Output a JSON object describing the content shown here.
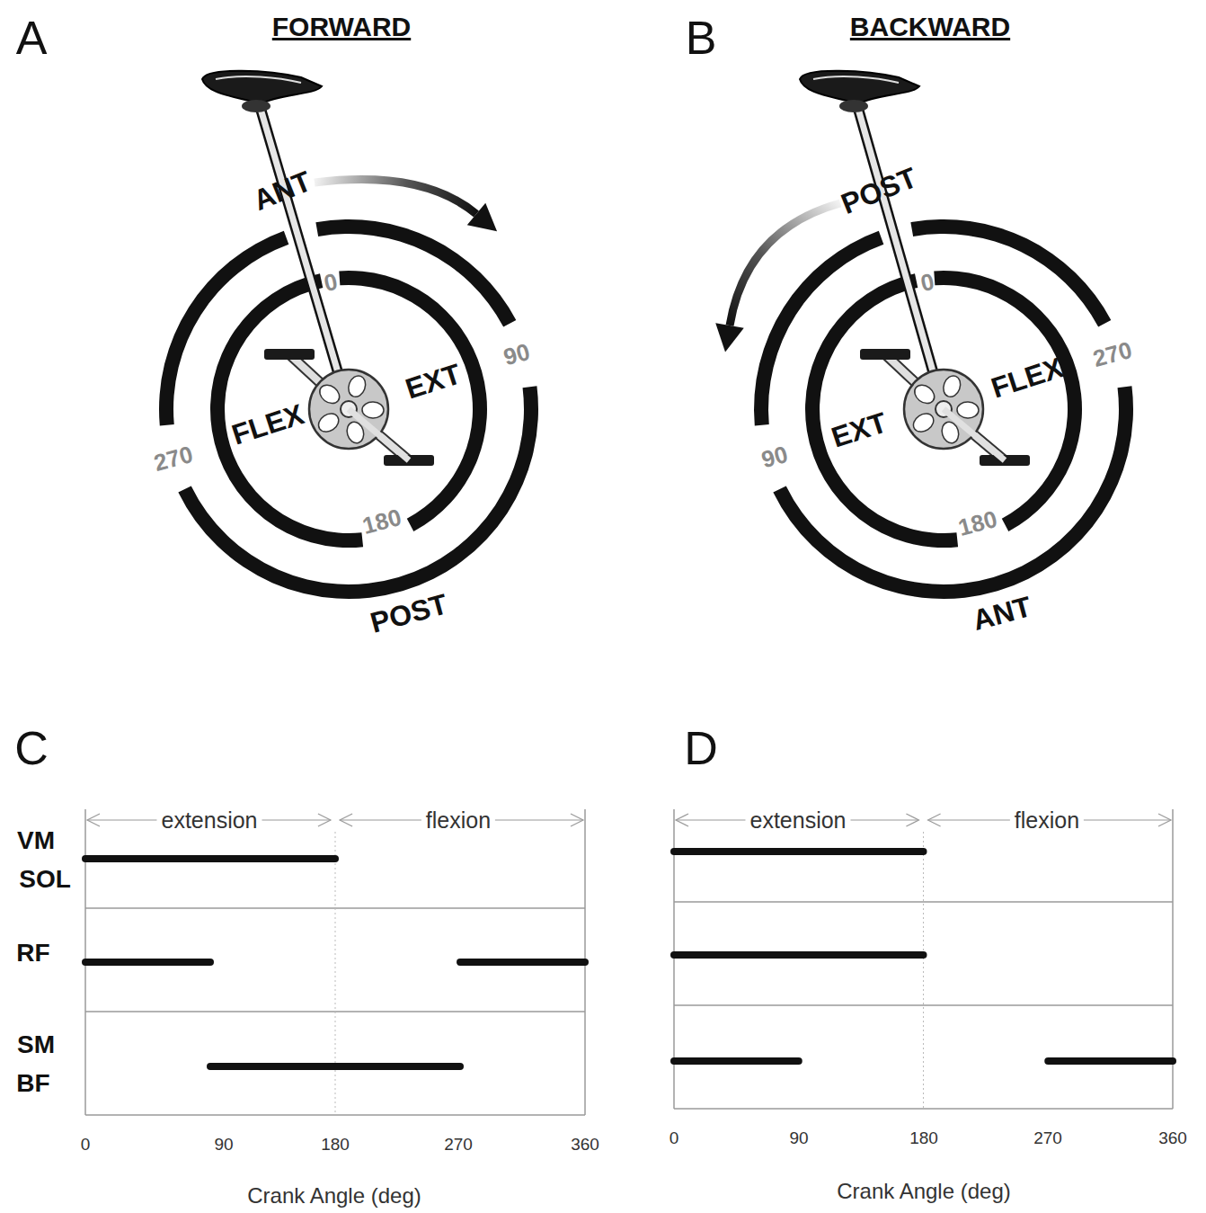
{
  "diagram": {
    "labels": [
      "A",
      "FORWARD",
      "ANT",
      "0",
      "90",
      "EXT",
      "FLEX",
      "270",
      "180",
      "POST",
      "B",
      "BACKWARD",
      "POST",
      "0",
      "270",
      "FLEX",
      "EXT",
      "90",
      "180",
      "ANT",
      "C",
      "extension",
      "flexion",
      "VM",
      "SOL",
      "RF",
      "SM",
      "BF",
      "0",
      "90",
      "180",
      "270",
      "360",
      "Crank Angle (deg)",
      "D",
      "extension",
      "flexion",
      "0",
      "90",
      "180",
      "270",
      "360",
      "Crank Angle (deg)"
    ]
  }
}
